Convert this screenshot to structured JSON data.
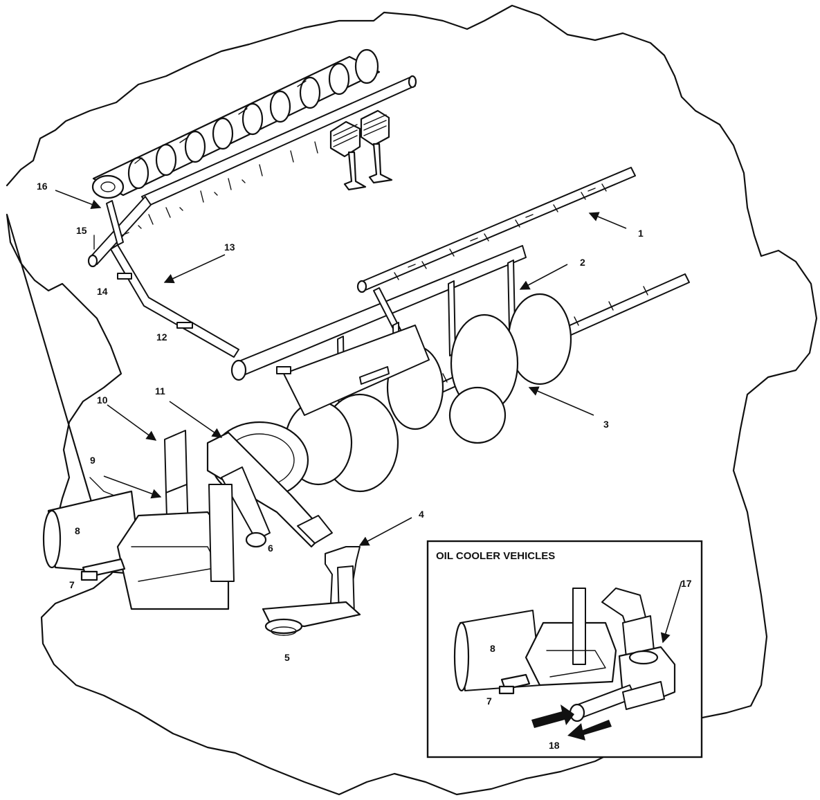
{
  "inset": {
    "title": "OIL COOLER VEHICLES"
  },
  "callouts": {
    "c1": "1",
    "c2": "2",
    "c3": "3",
    "c4": "4",
    "c5": "5",
    "c6": "6",
    "c7": "7",
    "c8": "8",
    "c9": "9",
    "c10": "10",
    "c11": "11",
    "c12": "12",
    "c13": "13",
    "c14": "14",
    "c15": "15",
    "c16": "16",
    "i7": "7",
    "i8": "8",
    "i17": "17",
    "i18": "18"
  }
}
